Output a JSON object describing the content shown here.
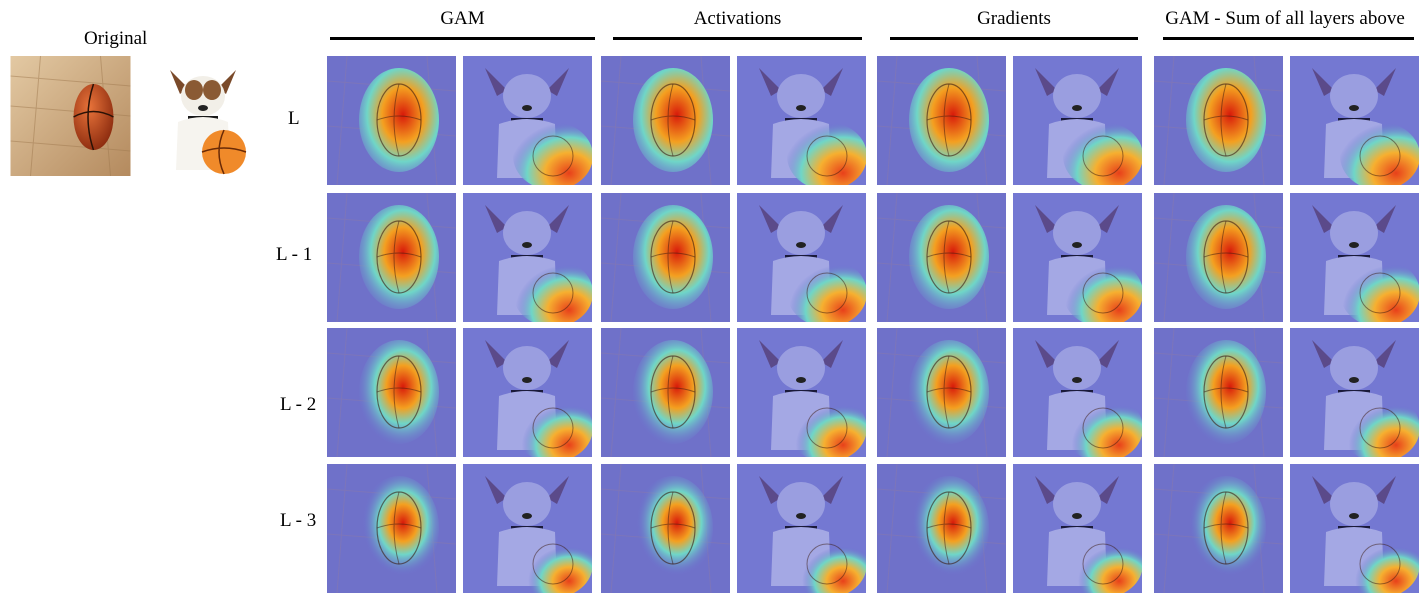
{
  "original_label": "Original",
  "columns": [
    {
      "key": "gam",
      "label": "GAM"
    },
    {
      "key": "activations",
      "label": "Activations"
    },
    {
      "key": "gradients",
      "label": "Gradients"
    },
    {
      "key": "gam_sum",
      "label": "GAM - Sum of all layers above"
    }
  ],
  "rows": [
    {
      "label": "L"
    },
    {
      "label": "L - 1"
    },
    {
      "label": "L - 2"
    },
    {
      "label": "L - 3"
    }
  ],
  "images": {
    "original_ball": "basketball-photo",
    "original_dog": "dog-with-ball-photo"
  }
}
